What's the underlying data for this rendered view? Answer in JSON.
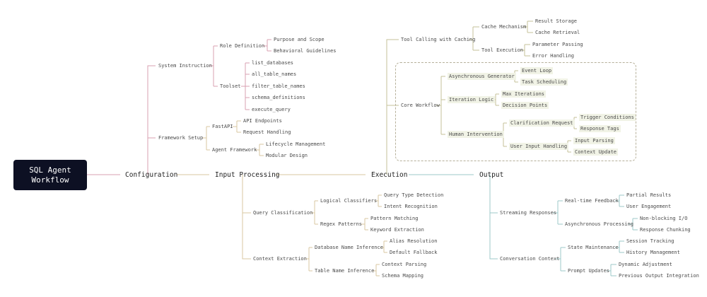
{
  "title": "SQL Agent Workflow",
  "colors": {
    "root_bg": "#0d1023",
    "configuration": "#d8a0b2",
    "input": "#d9c7a0",
    "execution": "#c4c299",
    "output": "#9cc8c8",
    "core_frame": "#b6b09a",
    "highlight": "#f1f3e6"
  },
  "main": {
    "configuration": "Configuration",
    "input": "Input Processing",
    "execution": "Execution",
    "output": "Output"
  },
  "config": {
    "system_instruction": "System Instruction",
    "role_definition": "Role Definition",
    "purpose": "Purpose and Scope",
    "behavioral": "Behavioral Guidelines",
    "toolset": "Toolset",
    "list_databases": "list_databases",
    "all_table_names": "all_table_names",
    "filter_table_names": "filter_table_names",
    "schema_definitions": "schema_definitions",
    "execute_query": "execute_query",
    "framework_setup": "Framework Setup",
    "fastapi": "FastAPI",
    "api_endpoints": "API Endpoints",
    "request_handling": "Request Handling",
    "agent_framework": "Agent Framework",
    "lifecycle": "Lifecycle Management",
    "modular": "Modular Design"
  },
  "exec": {
    "tool_calling": "Tool Calling with Caching",
    "cache_mechanism": "Cache Mechanism",
    "result_storage": "Result Storage",
    "cache_retrieval": "Cache Retrieval",
    "tool_execution": "Tool Execution",
    "parameter_passing": "Parameter Passing",
    "error_handling": "Error Handling",
    "core_workflow": "Core Workflow",
    "async_generator": "Asynchronous Generator",
    "event_loop": "Event Loop",
    "task_scheduling": "Task Scheduling",
    "iteration_logic": "Iteration Logic",
    "max_iterations": "Max Iterations",
    "decision_points": "Decision Points",
    "human_intervention": "Human Intervention",
    "clarification_request": "Clarification Request",
    "trigger_conditions": "Trigger Conditions",
    "response_tags": "Response Tags",
    "user_input_handling": "User Input Handling",
    "input_parsing": "Input Parsing",
    "context_update": "Context Update"
  },
  "input": {
    "query_classification": "Query Classification",
    "logical_classifiers": "Logical Classifiers",
    "query_type_detection": "Query Type Detection",
    "intent_recognition": "Intent Recognition",
    "regex_patterns": "Regex Patterns",
    "pattern_matching": "Pattern Matching",
    "keyword_extraction": "Keyword Extraction",
    "context_extraction": "Context Extraction",
    "db_name_inference": "Database Name Inference",
    "alias_resolution": "Alias Resolution",
    "default_fallback": "Default Fallback",
    "table_name_inference": "Table Name Inference",
    "context_parsing": "Context Parsing",
    "schema_mapping": "Schema Mapping"
  },
  "output": {
    "streaming_responses": "Streaming Responses",
    "realtime_feedback": "Real-time Feedback",
    "partial_results": "Partial Results",
    "user_engagement": "User Engagement",
    "async_processing": "Asynchronous Processing",
    "non_blocking": "Non-blocking I/O",
    "response_chunking": "Response Chunking",
    "conversation_context": "Conversation Context",
    "state_maintenance": "State Maintenance",
    "session_tracking": "Session Tracking",
    "history_management": "History Management",
    "prompt_updates": "Prompt Updates",
    "dynamic_adjustment": "Dynamic Adjustment",
    "previous_output": "Previous Output Integration"
  }
}
